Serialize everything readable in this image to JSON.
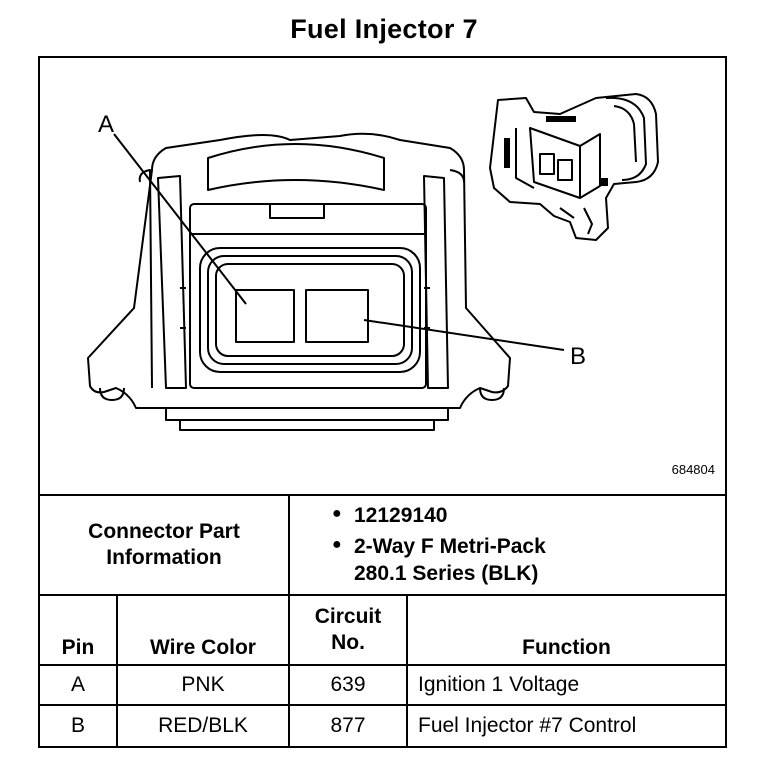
{
  "title": "Fuel Injector 7",
  "figure_number": "684804",
  "callouts": {
    "a": "A",
    "b": "B"
  },
  "connector_info": {
    "label": "Connector Part Information",
    "items": [
      "12129140",
      "2-Way F Metri-Pack 280.1 Series (BLK)"
    ]
  },
  "table": {
    "headers": {
      "pin": "Pin",
      "wire_color": "Wire Color",
      "circuit": "Circuit No.",
      "function": "Function"
    },
    "rows": [
      {
        "pin": "A",
        "wire_color": "PNK",
        "circuit": "639",
        "function": "Ignition 1 Voltage"
      },
      {
        "pin": "B",
        "wire_color": "RED/BLK",
        "circuit": "877",
        "function": "Fuel Injector #7 Control"
      }
    ]
  },
  "colors": {
    "ink": "#000000",
    "paper": "#ffffff"
  }
}
